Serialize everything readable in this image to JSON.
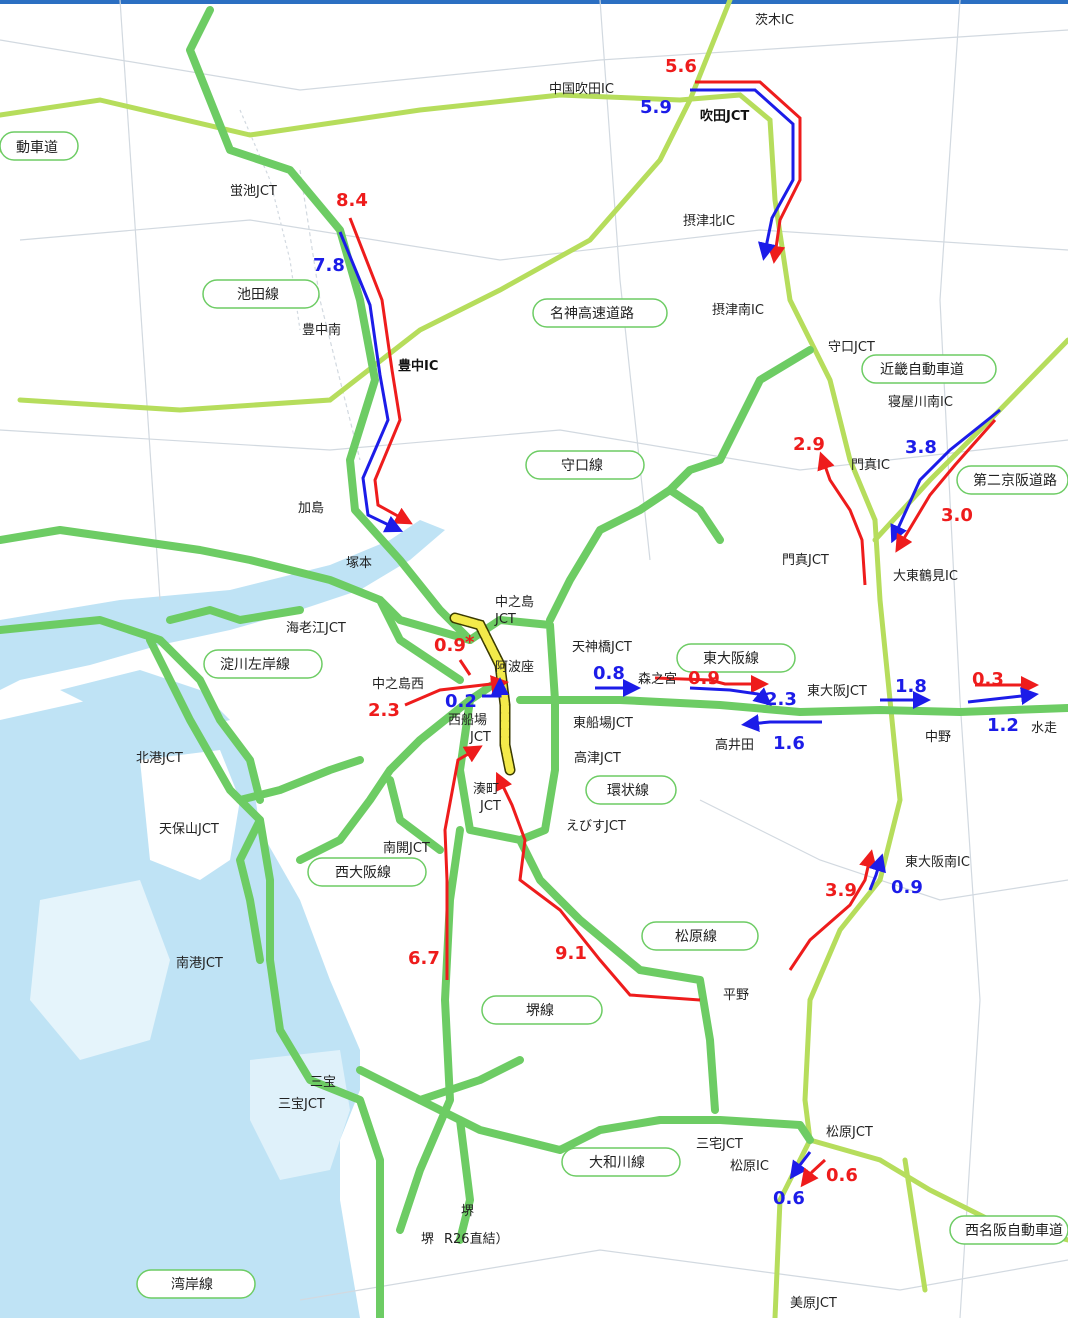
{
  "colors": {
    "water": "#bfe3f5",
    "land": "#ffffff",
    "land_lines": "#d2d9e0",
    "expressway": "#6dcc64",
    "other_expressway": "#b6dd5c",
    "decrease": "#1c1ce8",
    "increase": "#ee1c1c",
    "construction": "#f3ea4a",
    "label_border": "#6dcc64"
  },
  "route_labels": [
    "動車道",
    "池田線",
    "名神高速道路",
    "近畿自動車道",
    "守口線",
    "第二京阪道路",
    "東大阪線",
    "淀川左岸線",
    "環状線",
    "西大阪線",
    "松原線",
    "堺線",
    "大和川線",
    "西名阪自動車道",
    "湾岸線"
  ],
  "places": [
    "茨木IC",
    "中国吹田IC",
    "吹田JCT",
    "蛍池JCT",
    "摂津北IC",
    "摂津南IC",
    "豊中南",
    "豊中IC",
    "守口JCT",
    "寝屋川南IC",
    "門真IC",
    "加島",
    "門真JCT",
    "大東鶴見IC",
    "塚本",
    "中之島",
    "JCT",
    "海老江JCT",
    "天神橋JCT",
    "阿波座",
    "中之島西",
    "森之宮",
    "東大阪JCT",
    "水走",
    "西船場",
    "JCT",
    "東船場JCT",
    "高井田",
    "中野",
    "北港JCT",
    "高津JCT",
    "湊町",
    "JCT",
    "えびすJCT",
    "天保山JCT",
    "南開JCT",
    "東大阪南IC",
    "南港JCT",
    "平野",
    "三宝",
    "三宝JCT",
    "松原JCT",
    "三宅JCT",
    "松原IC",
    "堺",
    "堺",
    "R26直結）",
    "美原JCT"
  ],
  "values": [
    "5.6",
    "5.9",
    "8.4",
    "7.8",
    "2.9",
    "3.8",
    "3.0",
    "0.9",
    "*",
    "0.8",
    "0.9",
    "2.3",
    "1.8",
    "0.3",
    "0.2",
    "2.3",
    "1.6",
    "1.2",
    "3.9",
    "0.9",
    "6.7",
    "9.1",
    "0.6",
    "0.6"
  ]
}
